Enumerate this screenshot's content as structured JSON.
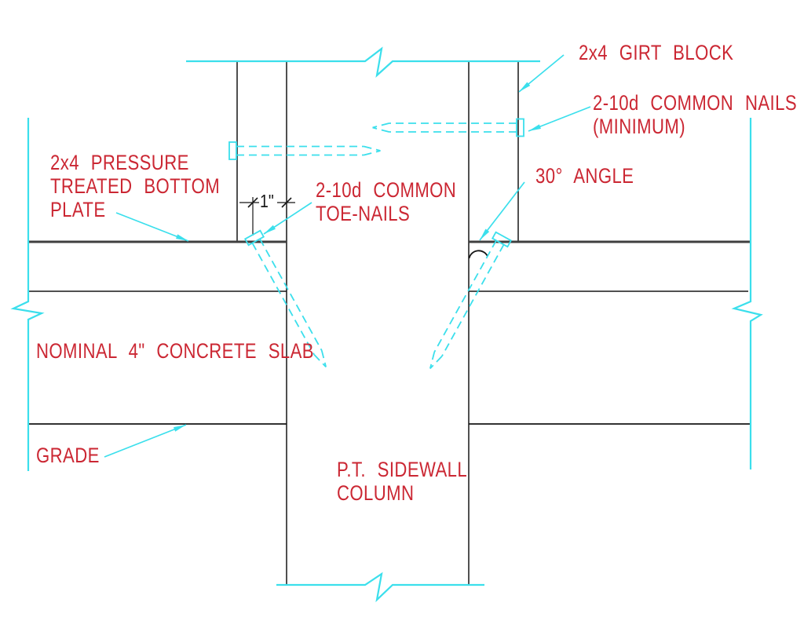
{
  "drawing": {
    "colors": {
      "label_red": "#cb2733",
      "leader_cyan": "#3bdfec",
      "line_black": "#161616",
      "line_heavy": "#3f3f3f"
    },
    "labels": {
      "girt_block": "2x4 GIRT BLOCK",
      "common_nails_line1": "2-10d COMMON NAILS",
      "common_nails_line2": "(MINIMUM)",
      "bottom_plate_line1": "2x4 PRESSURE",
      "bottom_plate_line2": "TREATED BOTTOM",
      "bottom_plate_line3": "PLATE",
      "toe_nails_line1": "2-10d COMMON",
      "toe_nails_line2": "TOE-NAILS",
      "angle": "30° ANGLE",
      "slab": "NOMINAL 4\" CONCRETE SLAB",
      "grade": "GRADE",
      "column_line1": "P.T. SIDEWALL",
      "column_line2": "COLUMN",
      "dimension_1in": "1\""
    }
  }
}
